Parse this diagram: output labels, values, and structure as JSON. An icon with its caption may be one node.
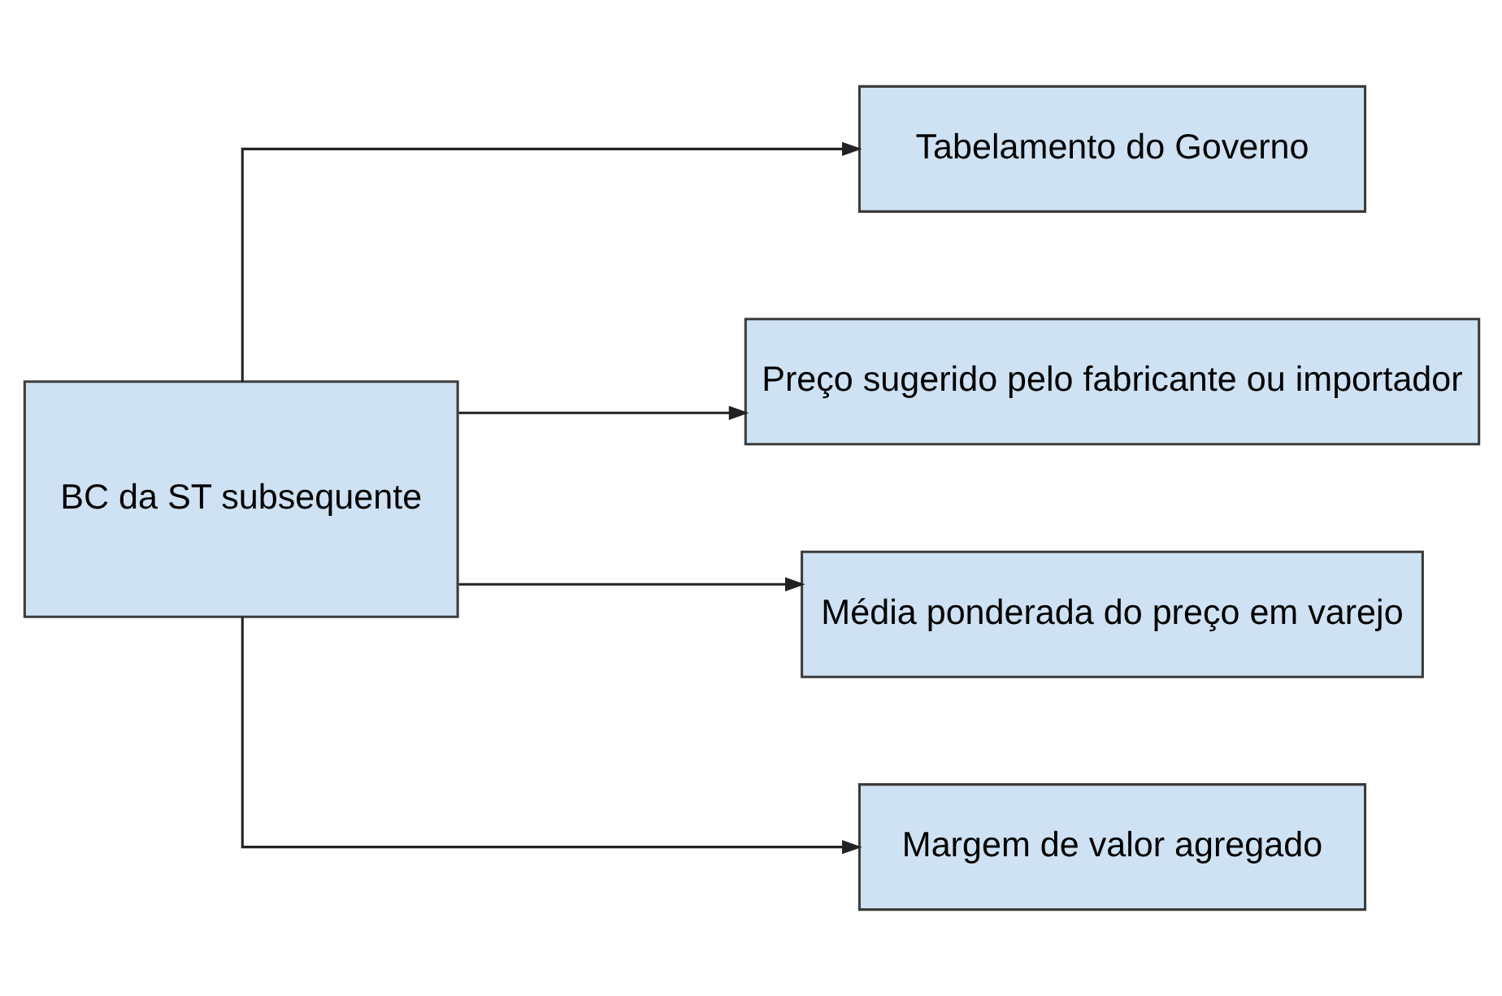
{
  "diagram": {
    "nodes": [
      {
        "text": [
          "BC da ST subsequente"
        ]
      },
      {
        "text": [
          "Tabelamento do Governo"
        ]
      },
      {
        "text": [
          "Preço sugerido pelo fabricante ou importador"
        ]
      },
      {
        "text": [
          "Média ponderada do preço em varejo"
        ]
      },
      {
        "text": [
          "Margem de valor agregado"
        ]
      }
    ],
    "edges": [
      {
        "from": 0,
        "to": 1,
        "arrow": "to"
      },
      {
        "from": 0,
        "to": 2,
        "arrow": "to"
      },
      {
        "from": 0,
        "to": 3,
        "arrow": "to"
      },
      {
        "from": 0,
        "to": 4,
        "arrow": "to"
      }
    ]
  }
}
